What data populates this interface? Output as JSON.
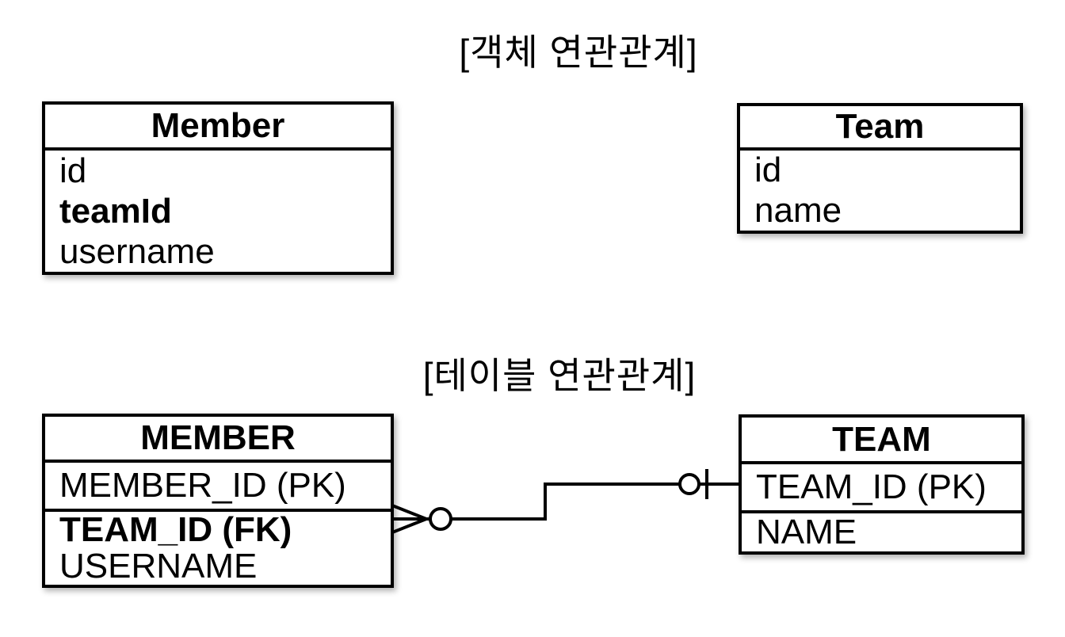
{
  "object_diagram": {
    "title": "[객체 연관관계]",
    "member_box": {
      "title": "Member",
      "fields": [
        {
          "label": "id"
        },
        {
          "label": "teamId"
        },
        {
          "label": "username"
        }
      ]
    },
    "team_box": {
      "title": "Team",
      "fields": [
        {
          "label": "id"
        },
        {
          "label": "name"
        }
      ]
    }
  },
  "table_diagram": {
    "title": "[테이블 연관관계]",
    "member_table": {
      "title": "MEMBER",
      "pk_field": "MEMBER_ID (PK)",
      "fields": [
        {
          "label": "TEAM_ID (FK)"
        },
        {
          "label": "USERNAME"
        }
      ]
    },
    "team_table": {
      "title": "TEAM",
      "pk_field": "TEAM_ID (PK)",
      "fields": [
        {
          "label": "NAME"
        }
      ]
    },
    "relationship": {
      "member_end": "zero-or-many",
      "team_end": "zero-or-one"
    }
  },
  "colors": {
    "background": "#ffffff",
    "line": "#000000",
    "box_fill": "#ffffff"
  }
}
